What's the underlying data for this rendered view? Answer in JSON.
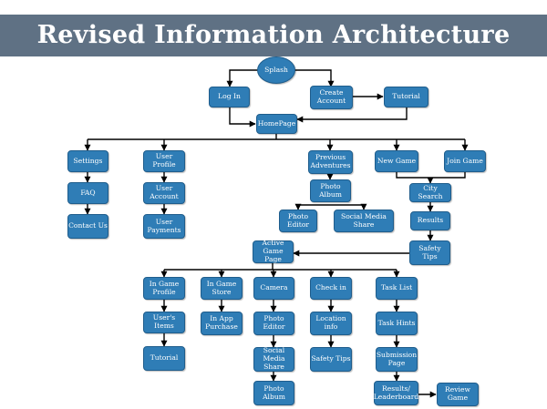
{
  "title": "Revised Information Architecture",
  "colors": {
    "banner": "#5f7184",
    "node": "#2f7db6",
    "node_border": "#1f5d8c",
    "wire": "#000000"
  },
  "nodes": {
    "splash": "Splash",
    "login": "Log In",
    "create_account": "Create Account",
    "tutorial_top": "Tutorial",
    "homepage": "HomePage",
    "settings": "Settings",
    "faq": "FAQ",
    "contact_us": "Contact Us",
    "user_profile": "User Profile",
    "user_account": "User Account",
    "user_payments": "User Payments",
    "previous_adventures": "Previous Adventures",
    "photo_album_top": "Photo Album",
    "photo_editor_top": "Photo Editor",
    "social_media_share_top": "Social Media Share",
    "new_game": "New Game",
    "join_game": "Join Game",
    "city_search": "City Search",
    "results": "Results",
    "safety_tips_top": "Safety Tips",
    "active_game_page": "Active Game Page",
    "in_game_profile": "In Game Profile",
    "users_items": "User's Items",
    "tutorial_bottom": "Tutorial",
    "in_game_store": "In Game Store",
    "in_app_purchase": "In App Purchase",
    "camera": "Camera",
    "photo_editor_bottom": "Photo Editor",
    "social_media_share_bottom": "Social Media Share",
    "photo_album_bottom": "Photo Album",
    "check_in": "Check in",
    "location_info": "Location info",
    "safety_tips_bottom": "Safety Tips",
    "task_list": "Task List",
    "task_hints": "Task Hints",
    "submission_page": "Submission Page",
    "results_leaderboard": "Results/ Leaderboard",
    "review_game": "Review Game"
  }
}
